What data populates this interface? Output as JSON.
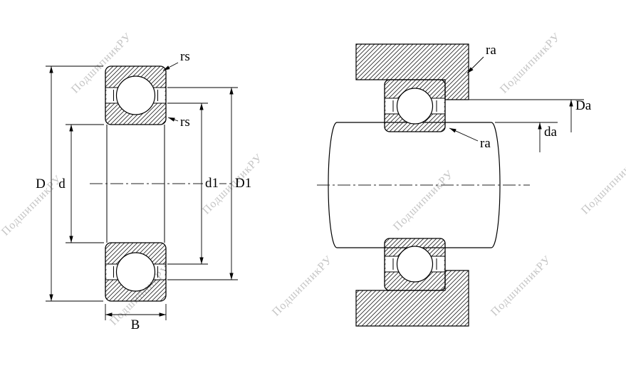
{
  "watermark": {
    "text": "ПодшипникРУ",
    "color": "#c2c2c2"
  },
  "drawing": {
    "background": "#ffffff",
    "line_color": "#000000",
    "section_view": {
      "labels": {
        "outer_diameter": "D",
        "bore": "d",
        "inner_shoulder": "d1",
        "outer_shoulder": "D1",
        "width": "B",
        "chamfer_outer": "rs",
        "chamfer_inner": "rs"
      }
    },
    "mounting_view": {
      "labels": {
        "housing_fillet": "ra",
        "shaft_fillet": "ra",
        "housing_abutment": "Da",
        "shaft_abutment": "da"
      }
    }
  }
}
